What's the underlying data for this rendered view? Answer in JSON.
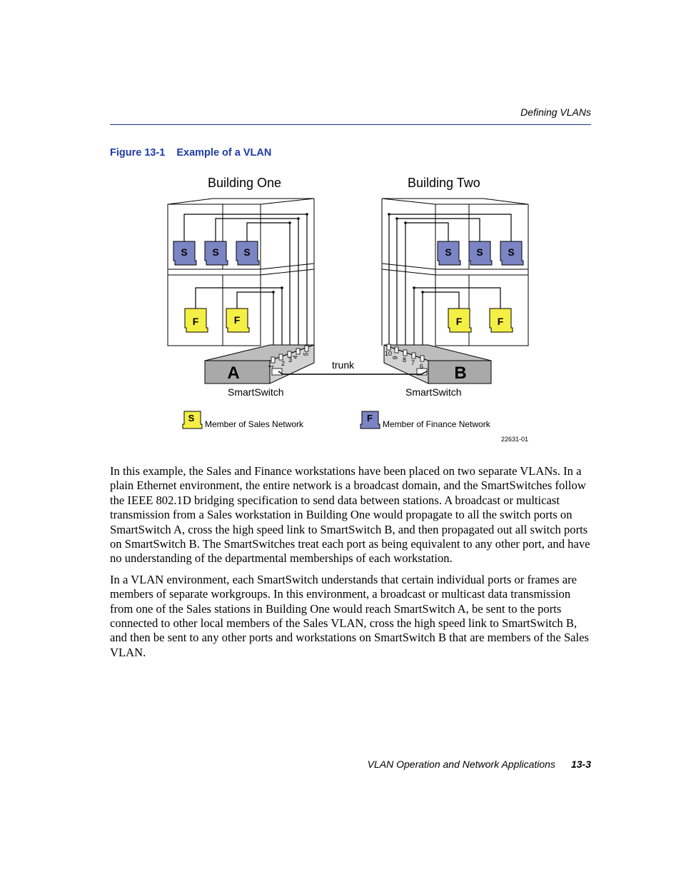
{
  "header": {
    "section": "Defining VLANs"
  },
  "figure": {
    "number": "Figure 13-1",
    "title": "Example of a VLAN",
    "building_one": "Building One",
    "building_two": "Building Two",
    "sales_letter": "S",
    "finance_letter": "F",
    "switch_a_letter": "A",
    "switch_b_letter": "B",
    "switch_label": "SmartSwitch",
    "trunk_label": "trunk",
    "ports_a": [
      "1",
      "2",
      "3",
      "4",
      "5"
    ],
    "ports_b": [
      "10",
      "9",
      "8",
      "7",
      "6"
    ],
    "legend_sales": "Member of Sales Network",
    "legend_finance": "Member of Finance Network",
    "figure_id": "22631-01",
    "colors": {
      "sales": "#7b85c4",
      "finance": "#f4ef45",
      "switch": "#a9a9a9",
      "trunk": "#000000"
    }
  },
  "body": {
    "p1": "In this example, the Sales and Finance workstations have been placed on two separate VLANs. In a plain Ethernet environment, the entire network is a broadcast domain, and the SmartSwitches follow the IEEE 802.1D bridging specification to send data between stations. A broadcast or multicast transmission from a Sales workstation in Building One would propagate to all the switch ports on SmartSwitch A, cross the high speed link to SmartSwitch B, and then propagated out all switch ports on SmartSwitch B. The SmartSwitches treat each port as being equivalent to any other port, and have no understanding of the departmental memberships of each workstation.",
    "p2": "In a VLAN environment, each SmartSwitch understands that certain individual ports or frames are members of separate workgroups. In this environment, a broadcast or multicast data transmission from one of the Sales stations in Building One would reach SmartSwitch A, be sent to the ports connected to other local members of the Sales VLAN, cross the high speed link to SmartSwitch B, and then be sent to any other ports and workstations on SmartSwitch B that are members of the Sales VLAN."
  },
  "footer": {
    "title": "VLAN Operation and Network Applications",
    "page": "13-3"
  }
}
